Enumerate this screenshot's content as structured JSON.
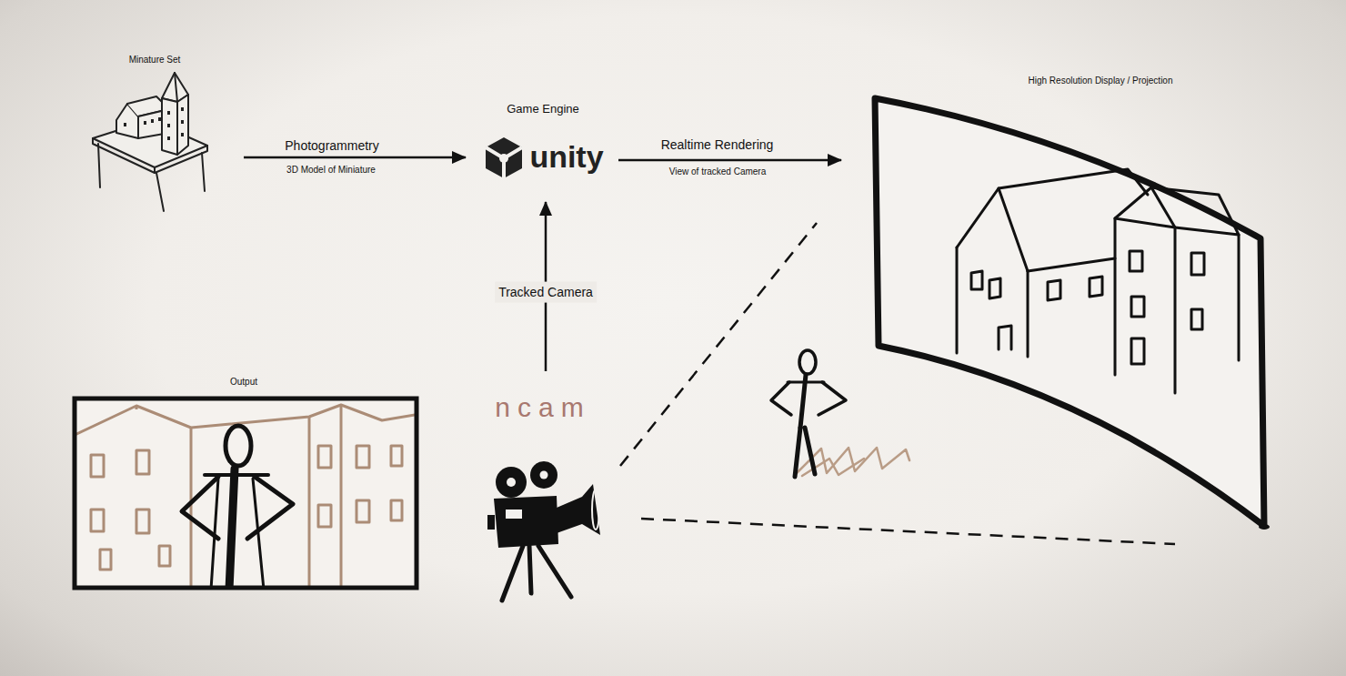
{
  "diagram": {
    "nodes": [
      {
        "text": [
          "Minature Set"
        ]
      },
      {
        "text": [
          "Game Engine",
          "unity"
        ]
      },
      {
        "text": [
          "High Resolution Display / Projection"
        ]
      },
      {
        "text": [
          "Output"
        ]
      },
      {
        "text": [
          "ncam"
        ]
      }
    ],
    "edges": [
      {
        "from": 0,
        "to": 1,
        "label": "Photogrammetry",
        "arrow": "to"
      },
      {
        "from": 1,
        "to": 2,
        "label": "Realtime Rendering",
        "arrow": "to"
      },
      {
        "from": 4,
        "to": 1,
        "label": "Tracked Camera",
        "arrow": "to"
      }
    ],
    "labels": [
      "3D Model of Miniature",
      "View of tracked Camera"
    ]
  }
}
